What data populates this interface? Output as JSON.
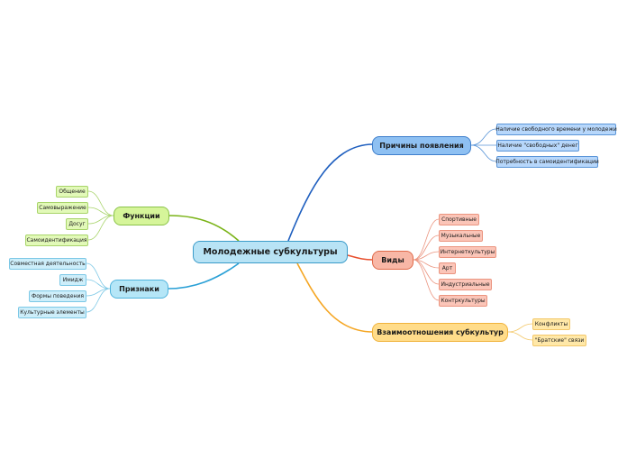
{
  "central": "Молодежные субкультуры",
  "branches": {
    "causes": {
      "label": "Причины появления",
      "items": [
        "Наличие свободного времени у молодежи",
        "Наличие \"свободных\" денег",
        "Потребность в самоидентификации"
      ]
    },
    "types": {
      "label": "Виды",
      "items": [
        "Спортивные",
        "Музыкальные",
        "Интернеткультуры",
        "Арт",
        "Индустриальные",
        "Контркультуры"
      ]
    },
    "relations": {
      "label": "Взаимоотношения субкультур",
      "items": [
        "Конфликты",
        "\"Братские\" связи"
      ]
    },
    "functions": {
      "label": "Функции",
      "items": [
        "Общение",
        "Самовыражение",
        "Досуг",
        "Самоидентификация"
      ]
    },
    "signs": {
      "label": "Признаки",
      "items": [
        "Совместная деятельность",
        "Имидж",
        "Формы поведения",
        "Культурные элементы"
      ]
    }
  },
  "colors": {
    "causes": "#1f5fbf",
    "types": "#e8502e",
    "relations": "#f5a623",
    "functions": "#7ab317",
    "signs": "#2aa0d6"
  }
}
